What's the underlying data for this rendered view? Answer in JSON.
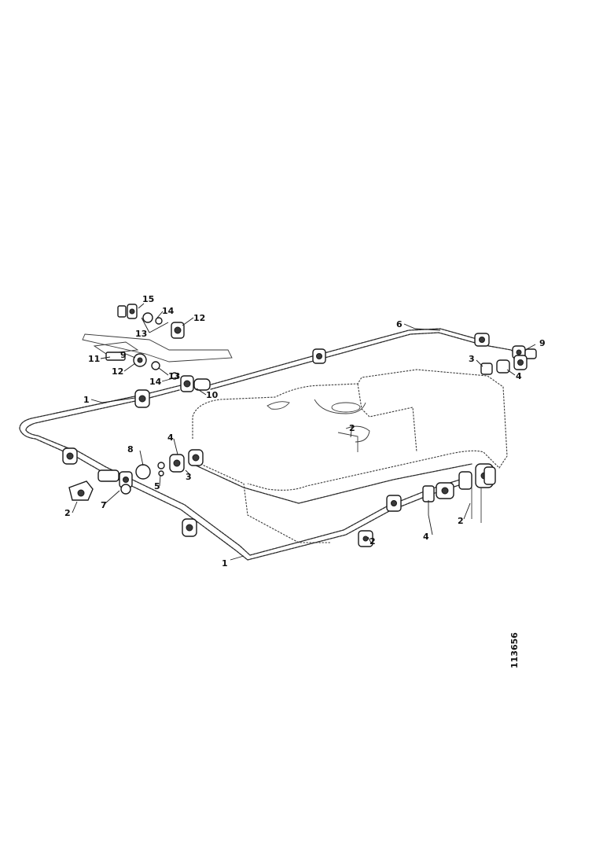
{
  "callouts": {
    "c15": "15",
    "c14a": "14",
    "c12a": "12",
    "c13a": "13",
    "c11": "11",
    "c9a": "9",
    "c12b": "12",
    "c13b": "13",
    "c14b": "14",
    "c10": "10",
    "c1a": "1",
    "c4a": "4",
    "c8": "8",
    "c5": "5",
    "c3a": "3",
    "c2a": "2",
    "c7": "7",
    "c1b": "1",
    "c6": "6",
    "c2b": "2",
    "c4b": "4",
    "c2c": "2",
    "c9b": "9",
    "c3b": "3",
    "c4c": "4",
    "c2d": "2"
  },
  "document_number": "113656"
}
